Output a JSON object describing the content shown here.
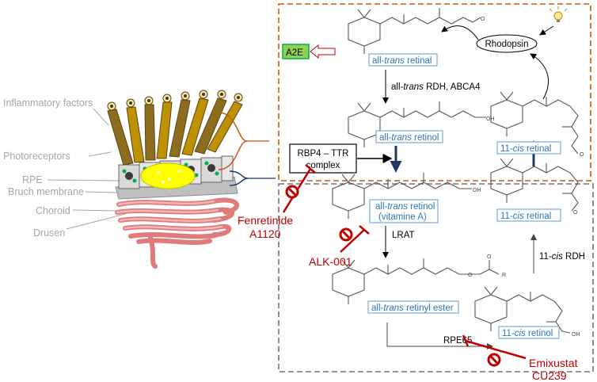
{
  "left_labels": {
    "inflammatory": "Inflammatory factors",
    "photoreceptors": "Photoreceptors",
    "rpe": "RPE",
    "bruch": "Bruch membrane",
    "choroid": "Choroid",
    "drusen": "Drusen"
  },
  "cycle": {
    "a2e": "A2E",
    "all_trans_retinal": [
      "all-",
      "trans",
      " retinal"
    ],
    "rhodopsin": "Rhodopsin",
    "rdh_step": [
      "all-",
      "trans",
      " RDH, ABCA4"
    ],
    "all_trans_retinol": [
      "all-",
      "trans",
      " retinol"
    ],
    "rbp4_line1": "RBP4 – TTR",
    "rbp4_line2": "complex",
    "cis_retinal_top": [
      "11-",
      "cis",
      " retinal"
    ],
    "all_trans_retinol_vitA": [
      "all-",
      "trans",
      " retinol"
    ],
    "vitA": "(vitamine A)",
    "cis_retinal_mid": [
      "11-",
      "cis",
      " retinal"
    ],
    "lrat": "LRAT",
    "cis_rdh": [
      "11-",
      "cis",
      " RDH"
    ],
    "retinyl_ester": [
      "all-",
      "trans",
      " retinyl ester"
    ],
    "cis_retinol": [
      "11-",
      "cis",
      " retinol"
    ],
    "rpe65": "RPE65"
  },
  "inhibitors": {
    "fenretinide": "Fenretinide",
    "a1120": "A1120",
    "alk": "ALK-001",
    "emixustat": "Emixustat",
    "cu239": "CU239"
  },
  "molecule_atoms": {
    "oxygen": "O",
    "hydroxyl": "OH",
    "r_group": "R"
  },
  "colors": {
    "orange_dash": "#c55a11",
    "gray_dash": "#767171",
    "blue_text": "#2e75b6",
    "red_inhibitor": "#c00000",
    "a2e_fill": "#92d050",
    "dark_arrow": "#1f3864"
  }
}
